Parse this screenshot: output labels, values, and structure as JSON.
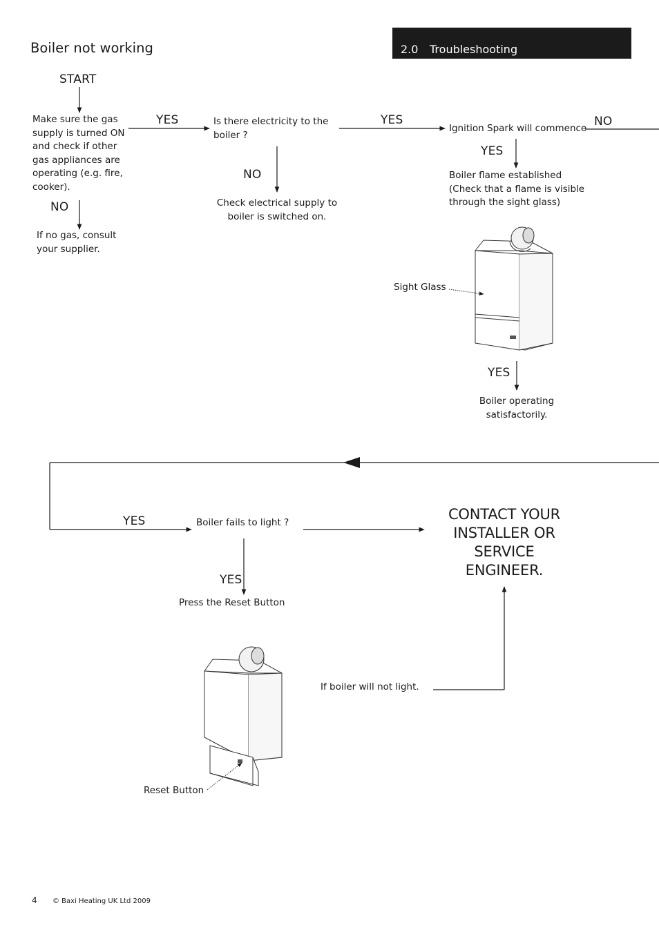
{
  "header": {
    "page_title": "Boiler not working",
    "section_number": "2.0",
    "section_title": "Troubleshooting"
  },
  "flow": {
    "start": "START",
    "check_gas": [
      "Make sure the gas",
      "supply is turned ON",
      "and check if other",
      "gas appliances are",
      "operating (e.g. fire,",
      "cooker)."
    ],
    "no_gas": [
      "If no gas, consult",
      "your supplier."
    ],
    "electricity_question": [
      "Is there electricity to the",
      "boiler ?"
    ],
    "check_electrical": [
      "Check electrical supply to",
      "boiler is switched on."
    ],
    "ignition": "Ignition Spark will commence",
    "flame": [
      "Boiler flame established",
      "(Check that a flame is visible",
      "through the sight glass)"
    ],
    "sight_glass": "Sight Glass",
    "operating": [
      "Boiler operating",
      "satisfactorily."
    ],
    "fails_to_light": "Boiler fails to light ?",
    "press_reset": "Press the Reset Button",
    "reset_button": "Reset Button",
    "will_not_light": "If boiler will not light.",
    "contact": [
      "CONTACT YOUR",
      "INSTALLER OR",
      "SERVICE",
      "ENGINEER."
    ],
    "yes": "YES",
    "no": "NO"
  },
  "footer": {
    "page_number": "4",
    "copyright": "© Baxi Heating UK Ltd 2009"
  }
}
